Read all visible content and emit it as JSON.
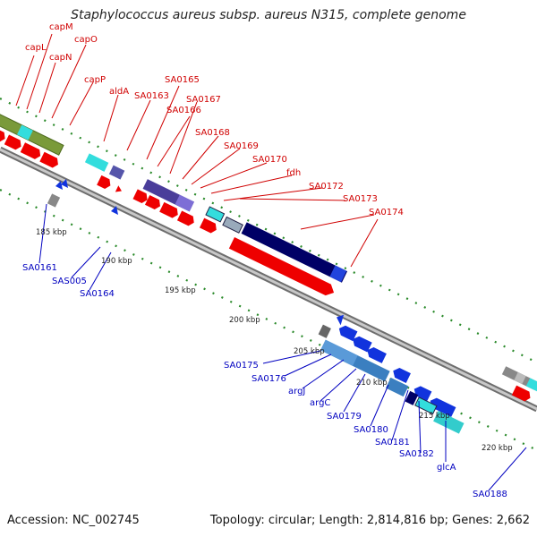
{
  "title": "Staphylococcus aureus subsp. aureus N315, complete genome",
  "footer": {
    "accession": "Accession: NC_002745",
    "summary": "Topology: circular; Length: 2,814,816 bp; Genes: 2,662"
  },
  "colors": {
    "forward_cds": "#ee0000",
    "reverse_cds": "#1133dd",
    "backbone": "#9a9a9a",
    "tick": "#2a8a2a",
    "label_forward": "#d00000",
    "label_reverse": "#0000c0"
  },
  "scale_labels": [
    "185 kbp",
    "190 kbp",
    "195 kbp",
    "200 kbp",
    "205 kbp",
    "210 kbp",
    "215 kbp",
    "220 kbp"
  ],
  "forward_gene_labels": [
    "capM",
    "capL",
    "capO",
    "capN",
    "capP",
    "aldA",
    "SA0163",
    "SA0165",
    "SA0166",
    "SA0167",
    "SA0168",
    "SA0169",
    "SA0170",
    "fdh",
    "SA0172",
    "SA0173",
    "SA0174"
  ],
  "reverse_gene_labels": [
    "SA0161",
    "SAS005",
    "SA0164",
    "SA0175",
    "SA0176",
    "argJ",
    "argC",
    "SA0179",
    "SA0180",
    "SA0181",
    "SA0182",
    "glcA",
    "SA0188"
  ]
}
